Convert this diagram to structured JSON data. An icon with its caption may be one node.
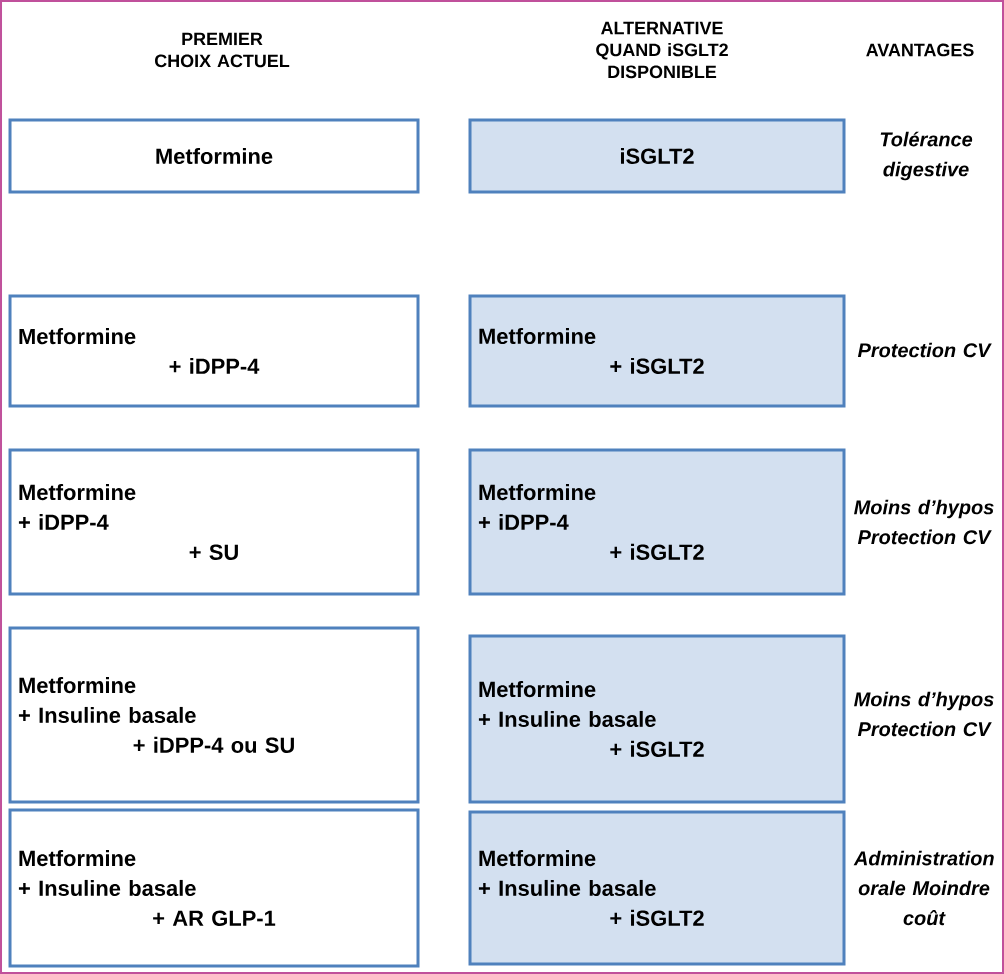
{
  "diagram": {
    "nodes": [
      {
        "text": [
          "Metformine"
        ]
      },
      {
        "text": [
          "iSGLT2"
        ]
      },
      {
        "text": [
          "Metformine + iDPP-4"
        ]
      },
      {
        "text": [
          "Metformine + iSGLT2"
        ]
      },
      {
        "text": [
          "Metformine + iDPP-4 + SU"
        ]
      },
      {
        "text": [
          "Metformine + iDPP-4 + iSGLT2"
        ]
      },
      {
        "text": [
          "Metformine + Insuline basale + iDPP-4 ou SU"
        ]
      },
      {
        "text": [
          "Metformine + Insuline basale + iSGLT2"
        ]
      },
      {
        "text": [
          "Metformine + Insuline basale + AR GLP-1"
        ]
      },
      {
        "text": [
          "Metformine + Insuline basale + iSGLT2"
        ]
      }
    ],
    "labels": [
      "PREMIER CHOIX ACTUEL",
      "ALTERNATIVE QUAND iSGLT2 DISPONIBLE",
      "AVANTAGES",
      "Tolérance digestive",
      "Protection CV",
      "Moins d’hypos Protection CV",
      "Moins d’hypos Protection CV",
      "Administration orale Moindre coût"
    ]
  }
}
